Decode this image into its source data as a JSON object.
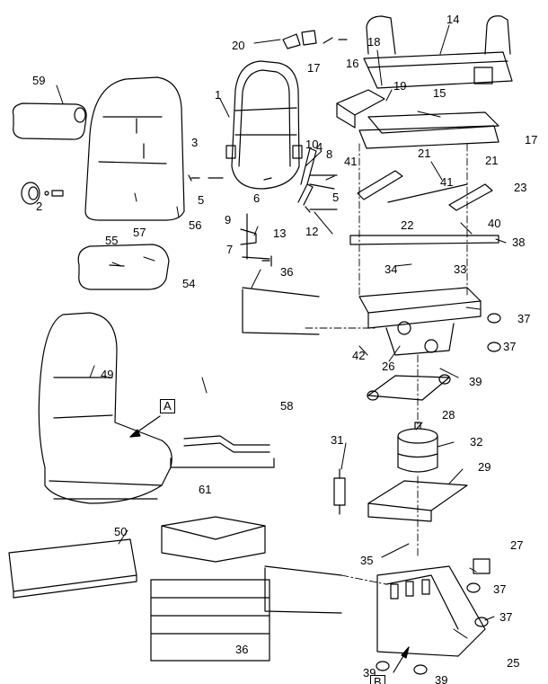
{
  "callouts": [
    "1",
    "2",
    "3",
    "4",
    "5",
    "5",
    "6",
    "7",
    "8",
    "9",
    "10",
    "12",
    "13",
    "14",
    "15",
    "16",
    "17",
    "17",
    "18",
    "19",
    "20",
    "21",
    "21",
    "22",
    "23",
    "25",
    "26",
    "27",
    "28",
    "29",
    "31",
    "32",
    "33",
    "34",
    "35",
    "36",
    "36",
    "37",
    "37",
    "37",
    "37",
    "38",
    "39",
    "39",
    "39",
    "40",
    "41",
    "41",
    "42",
    "49",
    "50",
    "54",
    "55",
    "56",
    "57",
    "58",
    "59",
    "61"
  ],
  "view_markers": [
    "A",
    "B"
  ],
  "colors": {
    "line": "#000000",
    "background": "#ffffff"
  }
}
